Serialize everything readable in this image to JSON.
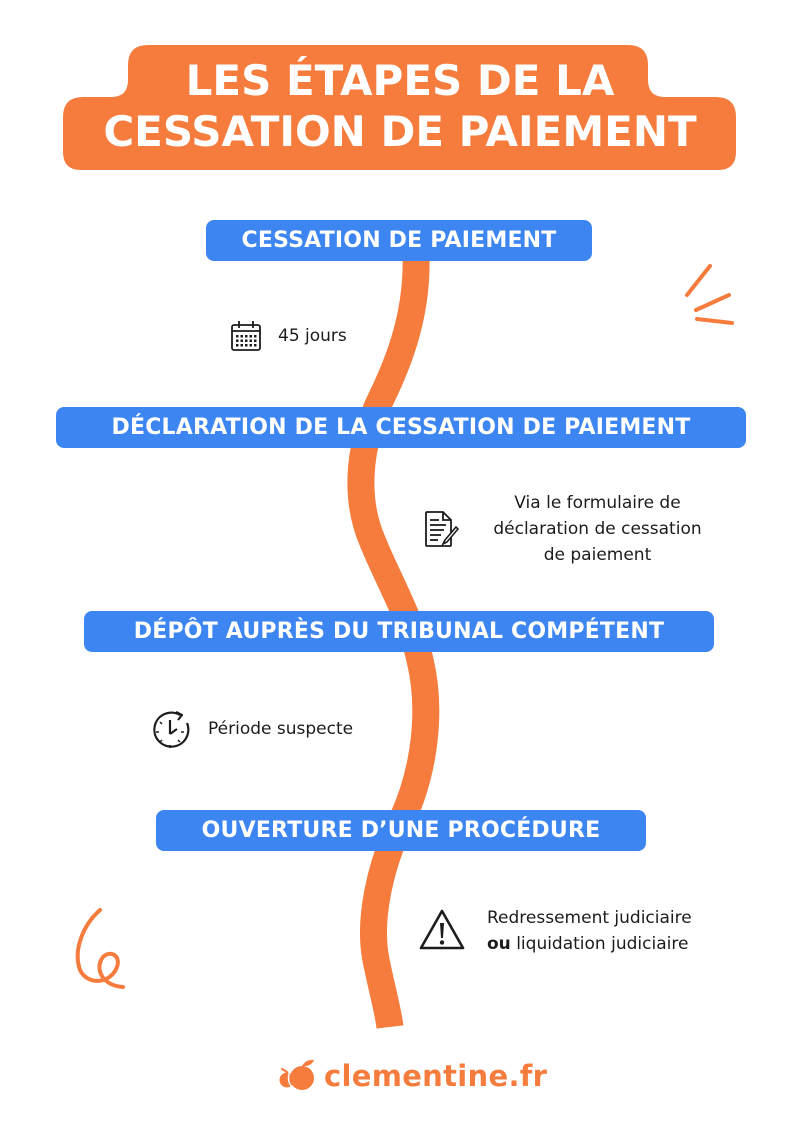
{
  "header": {
    "title_line1": "LES ÉTAPES DE LA",
    "title_line2": "CESSATION DE PAIEMENT",
    "background_color": "#f57c3c"
  },
  "steps": [
    {
      "label": "CESSATION DE PAIEMENT"
    },
    {
      "label": "DÉCLARATION DE LA CESSATION DE PAIEMENT"
    },
    {
      "label": "DÉPÔT AUPRÈS DU TRIBUNAL COMPÉTENT"
    },
    {
      "label": "OUVERTURE D’UNE PROCÉDURE"
    }
  ],
  "notes": [
    {
      "icon": "calendar-icon",
      "text": "45 jours"
    },
    {
      "icon": "document-edit-icon",
      "lines": [
        "Via le formulaire de",
        "déclaration de cessation",
        "de paiement"
      ]
    },
    {
      "icon": "timer-icon",
      "text": "Période suspecte"
    },
    {
      "icon": "warning-icon",
      "line1": "Redressement judiciaire",
      "line2_bold": "ou",
      "line2_rest": " liquidation judiciaire"
    }
  ],
  "colors": {
    "step_blue": "#3d86f2",
    "accent_orange": "#f57c3c",
    "text_dark": "#1c1c1c"
  },
  "footer": {
    "brand": "clementine.fr",
    "logo_icon": "clementine-fruit-icon"
  }
}
